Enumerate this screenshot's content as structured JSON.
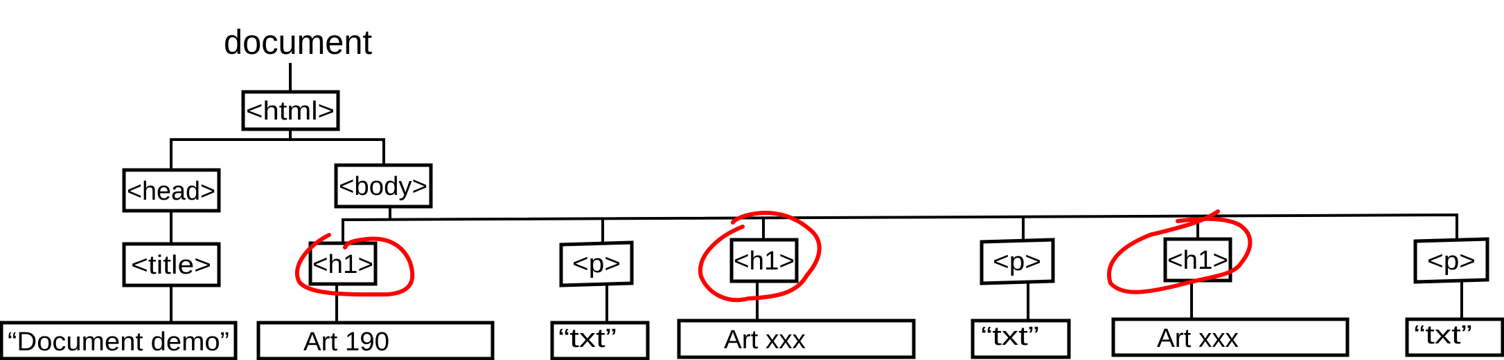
{
  "diagram": {
    "root": "document",
    "html": "<html>",
    "head": "<head>",
    "body": "<body>",
    "title": "<title>",
    "title_text": "“Document demo”",
    "body_children": [
      {
        "tag": "<h1>",
        "text": "Art 190",
        "highlighted": true
      },
      {
        "tag": "<p>",
        "text": "“txt”",
        "highlighted": false
      },
      {
        "tag": "<h1>",
        "text": "Art xxx",
        "highlighted": true
      },
      {
        "tag": "<p>",
        "text": "“txt”",
        "highlighted": false
      },
      {
        "tag": "<h1>",
        "text": "Art xxx",
        "highlighted": true
      },
      {
        "tag": "<p>",
        "text": "“txt”",
        "highlighted": false
      }
    ],
    "highlight_color": "#ff0000"
  }
}
